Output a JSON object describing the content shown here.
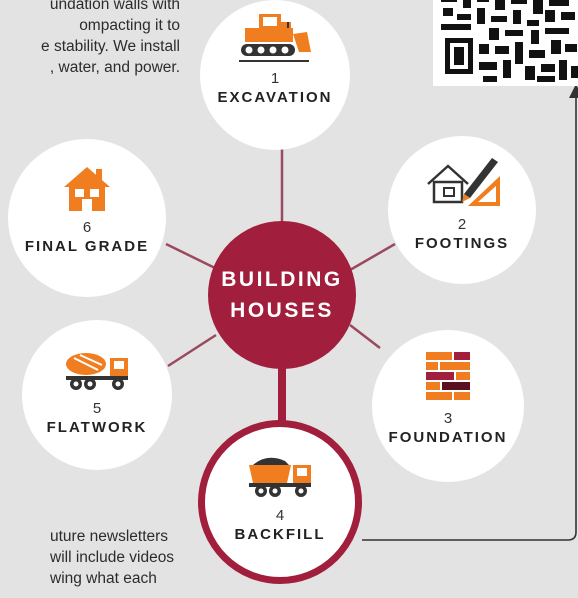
{
  "intro_text": {
    "lines": [
      "undation walls with",
      "ompacting it to",
      "e stability. We install",
      ", water, and power."
    ]
  },
  "outro_text": {
    "lines": [
      "uture newsletters",
      "will include videos",
      "wing what each"
    ]
  },
  "center": {
    "line1": "BUILDING",
    "line2": "HOUSES"
  },
  "steps": [
    {
      "number": "1",
      "label": "EXCAVATION",
      "icon": "bulldozer-icon"
    },
    {
      "number": "2",
      "label": "FOOTINGS",
      "icon": "house-plan-pencil-icon"
    },
    {
      "number": "3",
      "label": "FOUNDATION",
      "icon": "brick-wall-icon"
    },
    {
      "number": "4",
      "label": "BACKFILL",
      "icon": "dump-truck-icon"
    },
    {
      "number": "5",
      "label": "FLATWORK",
      "icon": "concrete-mixer-truck-icon"
    },
    {
      "number": "6",
      "label": "FINAL GRADE",
      "icon": "house-icon"
    }
  ],
  "highlighted_step": "4",
  "colors": {
    "background": "#e3e3e3",
    "accent": "#a11e3c",
    "icon_orange": "#f07d1f",
    "connector": "#9a4a5e"
  },
  "qr": {
    "icon": "qr-code-icon"
  }
}
